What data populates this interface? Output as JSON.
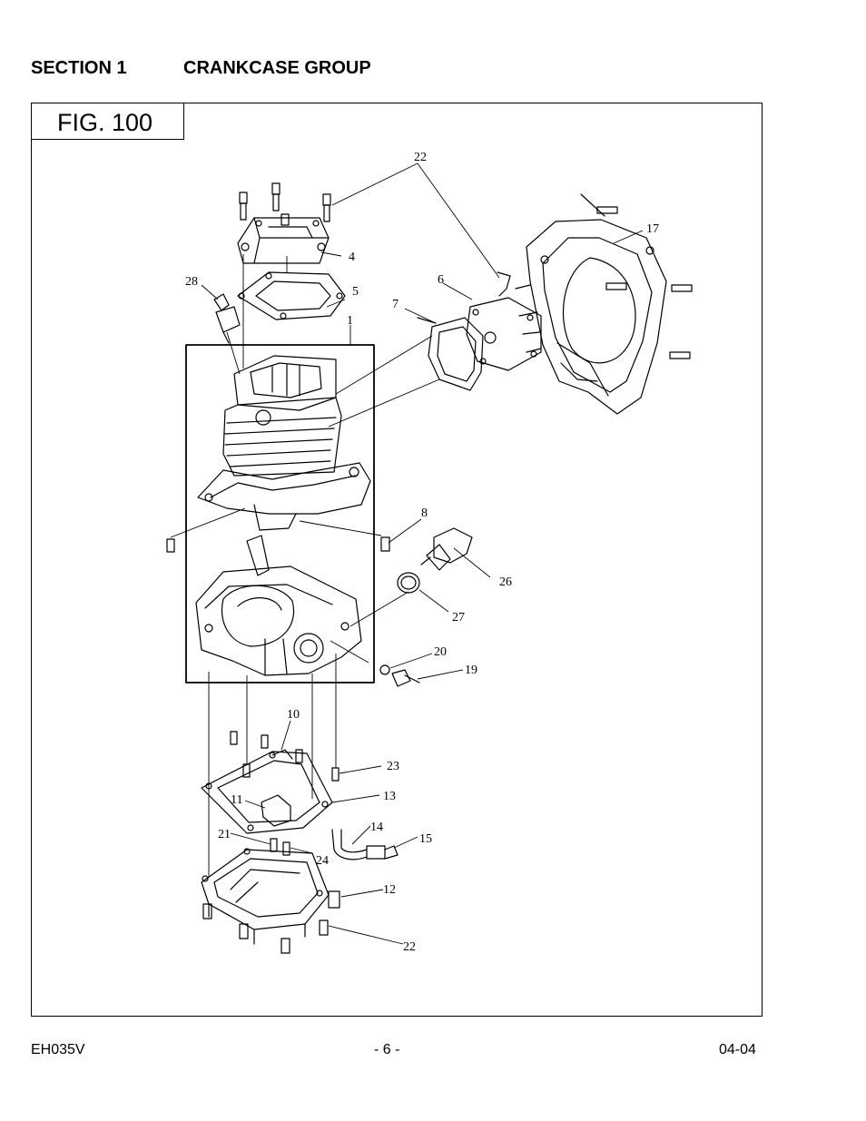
{
  "header": {
    "section_number": "SECTION 1",
    "section_title": "CRANKCASE GROUP"
  },
  "figure": {
    "label": "FIG. 100",
    "callouts": [
      "22",
      "4",
      "5",
      "1",
      "28",
      "6",
      "7",
      "17",
      "8",
      "26",
      "27",
      "20",
      "19",
      "10",
      "23",
      "13",
      "11",
      "14",
      "15",
      "21",
      "24",
      "12",
      "22"
    ]
  },
  "footer": {
    "model": "EH035V",
    "page": "- 6 -",
    "date": "04-04"
  }
}
